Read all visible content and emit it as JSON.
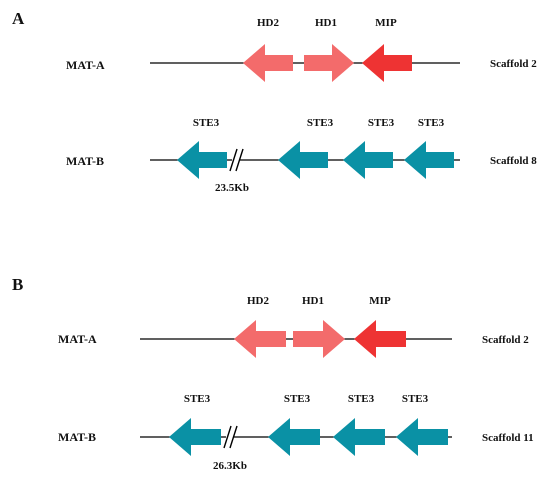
{
  "colors": {
    "hd": "#f36b6b",
    "mip": "#ee3333",
    "ste3": "#0a91a5",
    "line": "#000000",
    "text": "#111111"
  },
  "panels": [
    {
      "label": "A",
      "rows": [
        {
          "name": "MAT-A",
          "scaffold": "Scaffold 2",
          "genes": [
            {
              "label": "HD2",
              "type": "hd",
              "direction": "left"
            },
            {
              "label": "HD1",
              "type": "hd",
              "direction": "right"
            },
            {
              "label": "MIP",
              "type": "mip",
              "direction": "left"
            }
          ]
        },
        {
          "name": "MAT-B",
          "scaffold": "Scaffold 8",
          "gap_label": "23.5Kb",
          "genes": [
            {
              "label": "STE3",
              "type": "ste3",
              "direction": "left"
            },
            {
              "label": "STE3",
              "type": "ste3",
              "direction": "left"
            },
            {
              "label": "STE3",
              "type": "ste3",
              "direction": "left"
            },
            {
              "label": "STE3",
              "type": "ste3",
              "direction": "left"
            }
          ]
        }
      ]
    },
    {
      "label": "B",
      "rows": [
        {
          "name": "MAT-A",
          "scaffold": "Scaffold 2",
          "genes": [
            {
              "label": "HD2",
              "type": "hd",
              "direction": "left"
            },
            {
              "label": "HD1",
              "type": "hd",
              "direction": "right"
            },
            {
              "label": "MIP",
              "type": "mip",
              "direction": "left"
            }
          ]
        },
        {
          "name": "MAT-B",
          "scaffold": "Scaffold 11",
          "gap_label": "26.3Kb",
          "genes": [
            {
              "label": "STE3",
              "type": "ste3",
              "direction": "left"
            },
            {
              "label": "STE3",
              "type": "ste3",
              "direction": "left"
            },
            {
              "label": "STE3",
              "type": "ste3",
              "direction": "left"
            },
            {
              "label": "STE3",
              "type": "ste3",
              "direction": "left"
            }
          ]
        }
      ]
    }
  ]
}
